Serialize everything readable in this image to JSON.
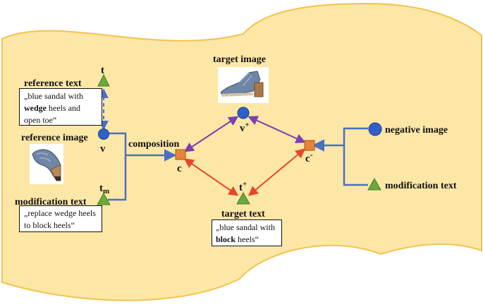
{
  "labels": {
    "reference_text": "reference text",
    "t": "t",
    "reference_image": "reference image",
    "v": "v",
    "modification_text_left": "modification text",
    "t_m_base": "t",
    "t_m_sub": "m",
    "composition": "composition",
    "c": "c",
    "target_image": "target image",
    "v_plus_base": "v",
    "v_plus_sup": "+",
    "t_plus_base": "t",
    "t_plus_sup": "+",
    "target_text": "target text",
    "c_minus_base": "c",
    "c_minus_sup": "-",
    "negative_image": "negative image",
    "modification_text_right": "modification text"
  },
  "boxes": {
    "reference_text": {
      "pre": "„blue sandal with ",
      "bold": "wedge",
      "post": " heels and open toe“"
    },
    "modification_text": {
      "text": "„replace wedge heels to block heels“"
    },
    "target_text": {
      "pre": "„blue sandal with ",
      "bold": "block",
      "post": " heels“"
    }
  },
  "colors": {
    "background_shape": "#fce7a6",
    "background_stroke": "#f3c34c",
    "blue_line": "#4a6fc4",
    "purple_arrow": "#7b3fb0",
    "red_arrow": "#e8452c",
    "circle_fill": "#2f5fc9",
    "triangle_fill": "#6aaa3a",
    "square_fill": "#e9823a",
    "shoe_denim": "#6f86a6"
  }
}
